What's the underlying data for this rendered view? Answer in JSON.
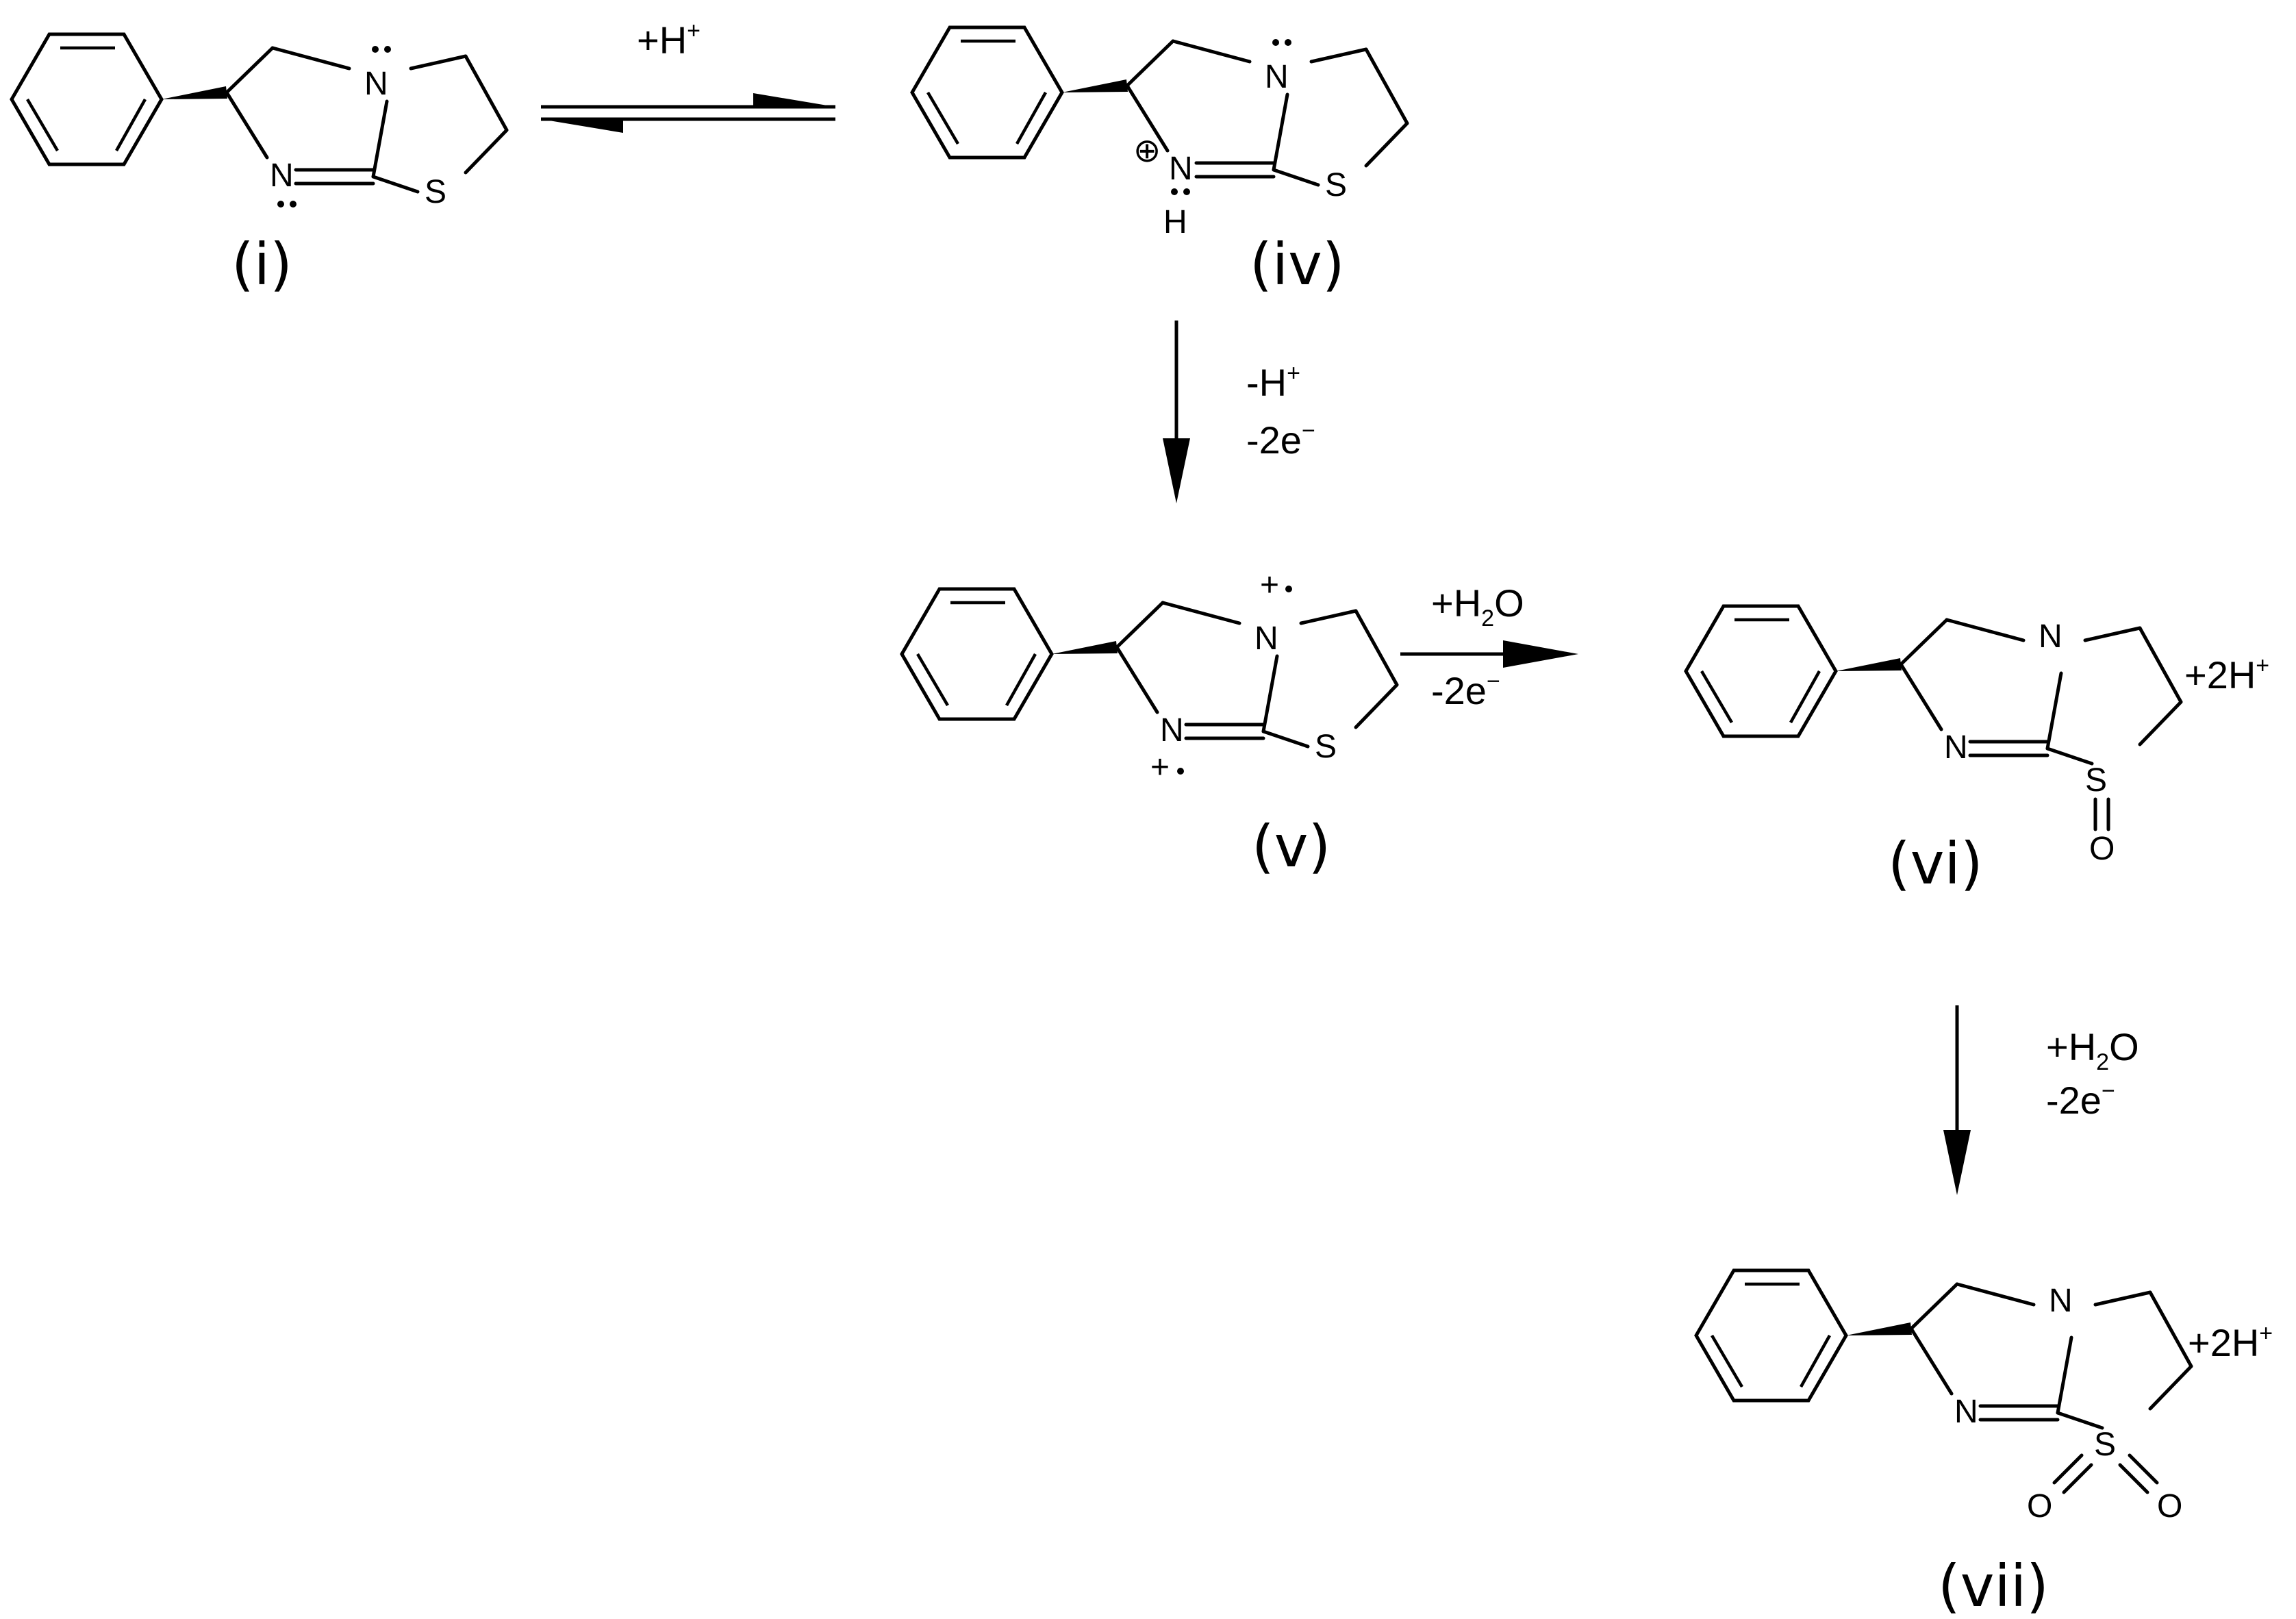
{
  "compounds": [
    {
      "id": "i",
      "label": "(i)"
    },
    {
      "id": "iv",
      "label": "(iv)"
    },
    {
      "id": "v",
      "label": "(v)"
    },
    {
      "id": "vi",
      "label": "(vi)"
    },
    {
      "id": "vii",
      "label": "(vii)"
    }
  ],
  "atoms": {
    "nitrogen": "N",
    "sulfur": "S",
    "hydrogen": "H",
    "oxygen": "O",
    "plus": "+",
    "oplus": "⊕"
  },
  "conditions": {
    "step1_proton": "+H",
    "step1_sup": "+",
    "step2_line1": "-H",
    "step2_line1_sup": "+",
    "step2_line2": "-2e",
    "step2_line2_sup": "−",
    "step3_line1_a": "+H",
    "step3_line1_sub": "2",
    "step3_line1_b": "O",
    "step3_line2": "-2e",
    "step3_line2_sup": "−",
    "step4_line1_a": "+H",
    "step4_line1_sub": "2",
    "step4_line1_b": "O",
    "step4_line2": "-2e",
    "step4_line2_sup": "−"
  },
  "byproducts": {
    "vi": "+2H",
    "vi_sup": "+",
    "vii": "+2H",
    "vii_sup": "+"
  }
}
